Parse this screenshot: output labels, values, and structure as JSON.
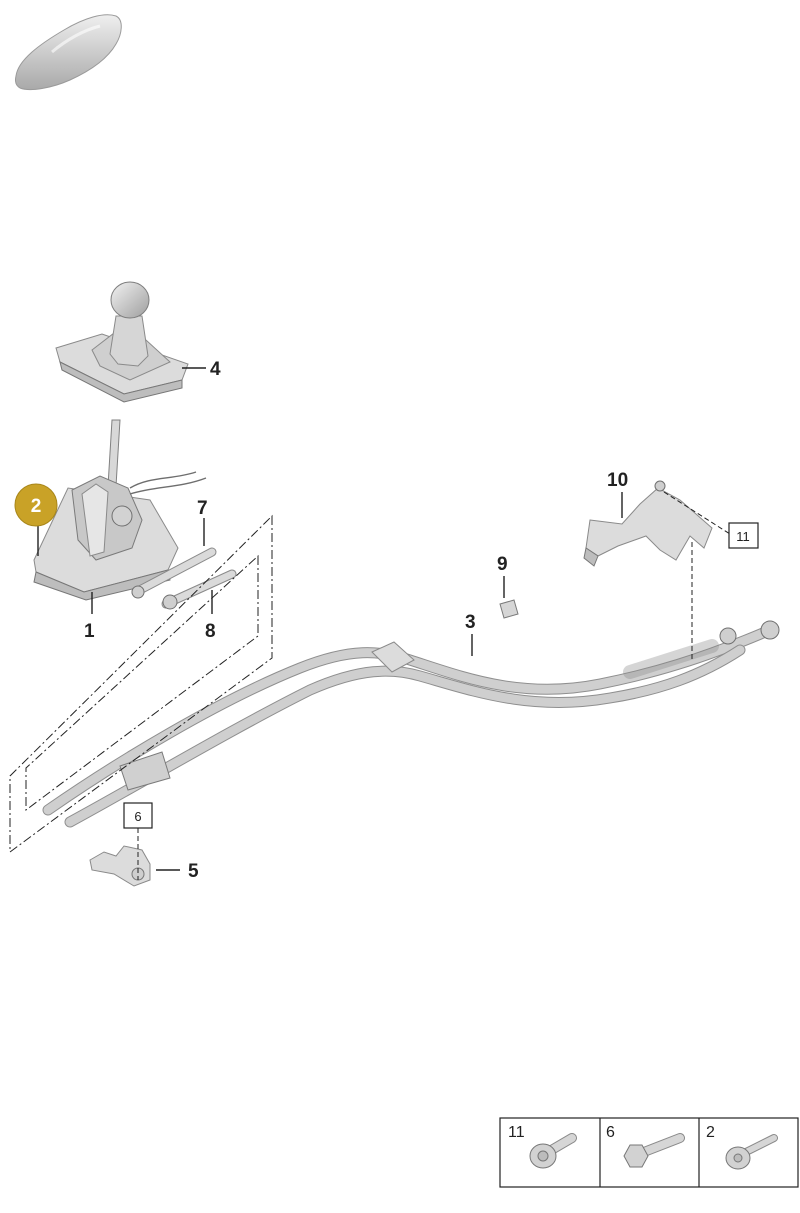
{
  "highlight_color": "#c9a227",
  "thumbnail": {
    "icon": "car-silhouette-icon"
  },
  "callouts": {
    "c1": "1",
    "c2": "2",
    "c3": "3",
    "c4": "4",
    "c5": "5",
    "c7": "7",
    "c8": "8",
    "c9": "9",
    "c10": "10"
  },
  "boxed_refs": {
    "b11": "11",
    "b6": "6"
  },
  "legend": {
    "items": [
      {
        "label": "11",
        "icon": "flange-bolt-torx-icon"
      },
      {
        "label": "6",
        "icon": "hex-bolt-icon"
      },
      {
        "label": "2",
        "icon": "torx-screw-icon"
      }
    ]
  }
}
